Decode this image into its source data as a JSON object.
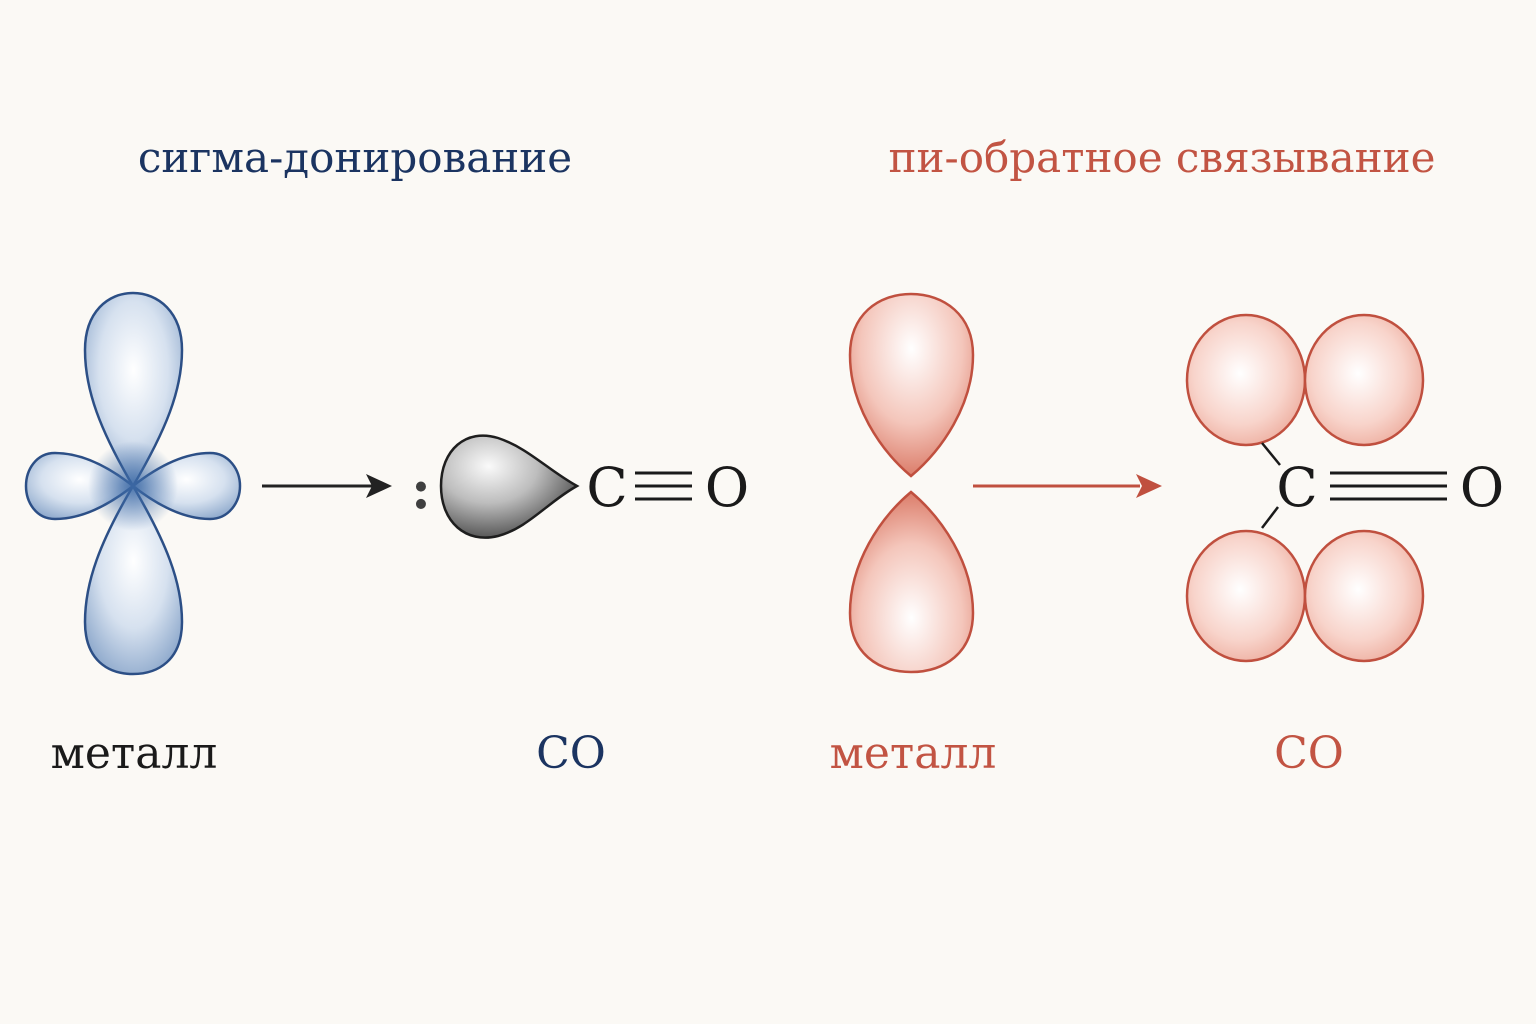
{
  "sigma": {
    "title": "сигма-донирование",
    "metal_label": "металл",
    "co_label": "CO",
    "lone_pair": ":",
    "atom_c": "C",
    "atom_o": "O",
    "title_color": "#1b3461",
    "accent_color": "#2f5b9a",
    "lone_pair_color": "#3f3f3f"
  },
  "pi": {
    "title": "пи-обратное связывание",
    "metal_label": "металл",
    "co_label": "CO",
    "atom_c": "C",
    "atom_o": "O",
    "title_color": "#c25443",
    "accent_color": "#c0503f"
  }
}
